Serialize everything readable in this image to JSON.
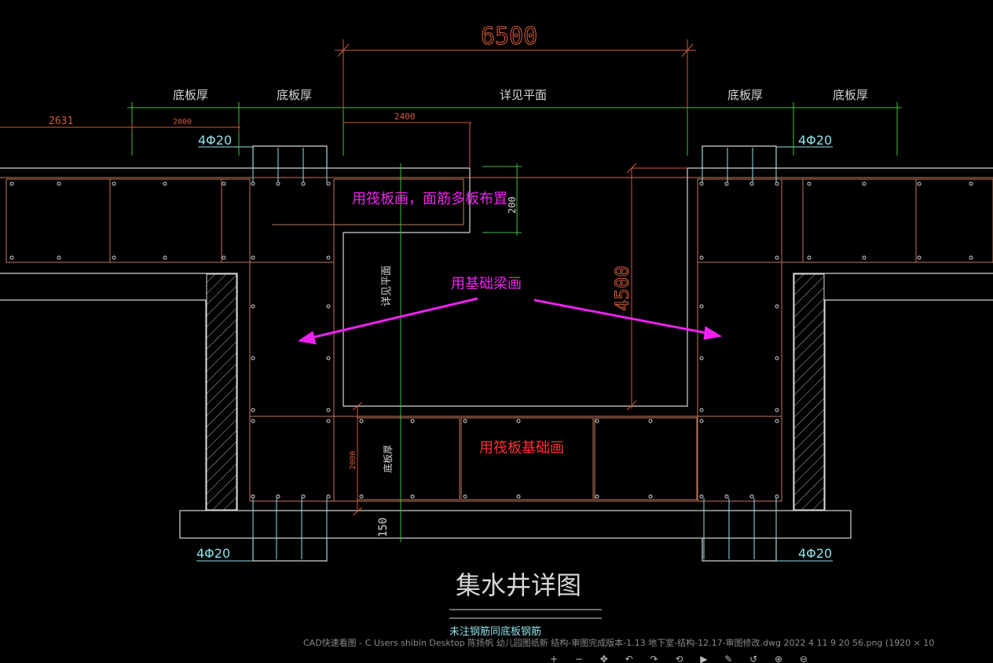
{
  "viewer": {
    "caption": "CAD快速看图 - C   Users  shibin  Desktop  陈扬帆  幼儿园图纸新  结构-审图完成版本-1.13  地下室-结构-12.17-审图修改.dwg 2022  4  11 9  20  56.png (1920 × 10",
    "toolbar_glyphs": "+ − ✥ ↶ ↷ ⟲ ▶ ✎ ↺ ⊕ ⊖"
  },
  "drawing": {
    "title": "集水井详图",
    "note": "未注钢筋同底板钢筋",
    "dimensions": {
      "overall_width": "6500",
      "depth": "4500",
      "pit_opening": "2400",
      "left_run": "2631",
      "left_segment": "2000",
      "upper_step": "200",
      "bottom_slab": "2000",
      "cover": "150"
    },
    "labels": {
      "slab_thickness_1": "底板厚",
      "slab_thickness_2": "底板厚",
      "slab_thickness_3": "底板厚",
      "slab_thickness_4": "底板厚",
      "see_plan_top": "详见平面",
      "see_plan_side": "详见平面",
      "slab_thickness_side": "底板厚"
    },
    "rebar": {
      "top_left": "4Φ20",
      "top_right": "4Φ20",
      "bottom_left": "4Φ20",
      "bottom_right": "4Φ20"
    },
    "annotations": {
      "raft_plate": "用筏板画，面筋多板布置",
      "foundation_beam": "用基础梁画",
      "raft_foundation": "用筏板基础画"
    }
  },
  "colors": {
    "background": "#000000",
    "outline": "#d6d6d6",
    "reinforcement": "#c27a5b",
    "dimension_green": "#3fc13f",
    "dimension_red": "#d15a3a",
    "rebar_cyan": "#8fe0e8",
    "annotation_magenta": "#ee22ee",
    "annotation_red": "#ff3030",
    "hatch": "#9a9a9a"
  }
}
